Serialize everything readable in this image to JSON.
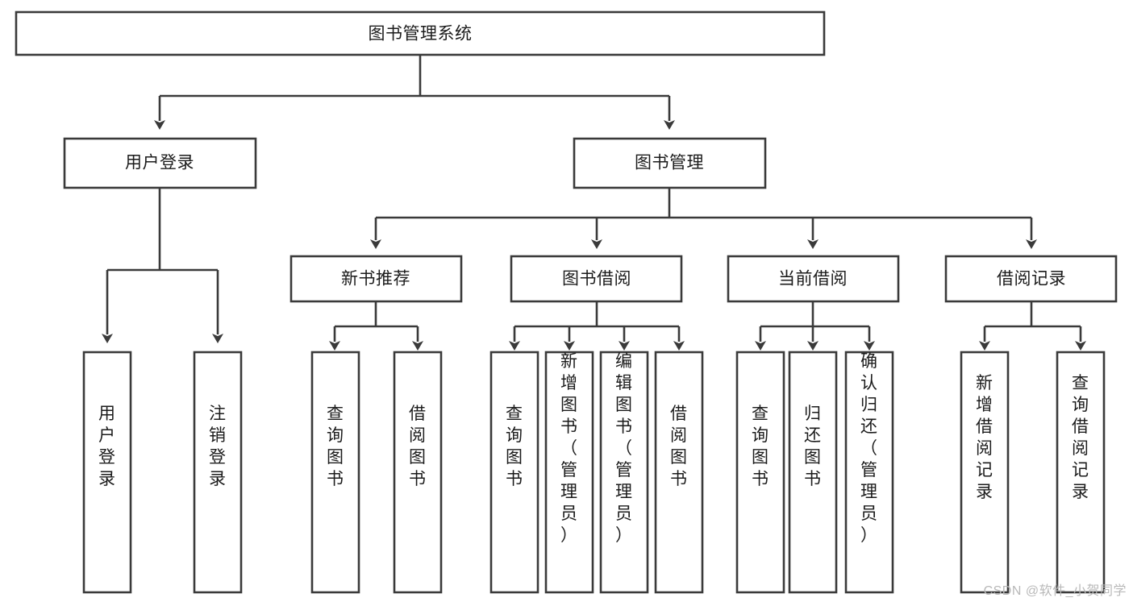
{
  "diagram": {
    "kind": "tree-hierarchy-chart",
    "title": "图书管理系统",
    "colors": {
      "box_stroke": "#3a3a3a",
      "box_fill": "#ffffff",
      "text": "#1b1b1b",
      "connector": "#3a3a3a",
      "background": "#ffffff",
      "watermark": "#b9b9b9"
    },
    "root": {
      "label": "图书管理系统"
    },
    "level2": [
      {
        "label": "用户登录"
      },
      {
        "label": "图书管理"
      }
    ],
    "level3": [
      {
        "label": "新书推荐"
      },
      {
        "label": "图书借阅"
      },
      {
        "label": "当前借阅"
      },
      {
        "label": "借阅记录"
      }
    ],
    "leaves": {
      "user_login": [
        {
          "label": "用户登录"
        },
        {
          "label": "注销登录"
        }
      ],
      "new_book_recommend": [
        {
          "label": "查询图书"
        },
        {
          "label": "借阅图书"
        }
      ],
      "book_borrow": [
        {
          "label": "查询图书"
        },
        {
          "label": "新增图书（管理员）"
        },
        {
          "label": "编辑图书（管理员）"
        },
        {
          "label": "借阅图书"
        }
      ],
      "current_borrow": [
        {
          "label": "查询图书"
        },
        {
          "label": "归还图书"
        },
        {
          "label": "确认归还（管理员）"
        }
      ],
      "borrow_record": [
        {
          "label": "新增借阅记录"
        },
        {
          "label": "查询借阅记录"
        }
      ]
    },
    "watermark": "CSDN @软件_小贺同学"
  }
}
